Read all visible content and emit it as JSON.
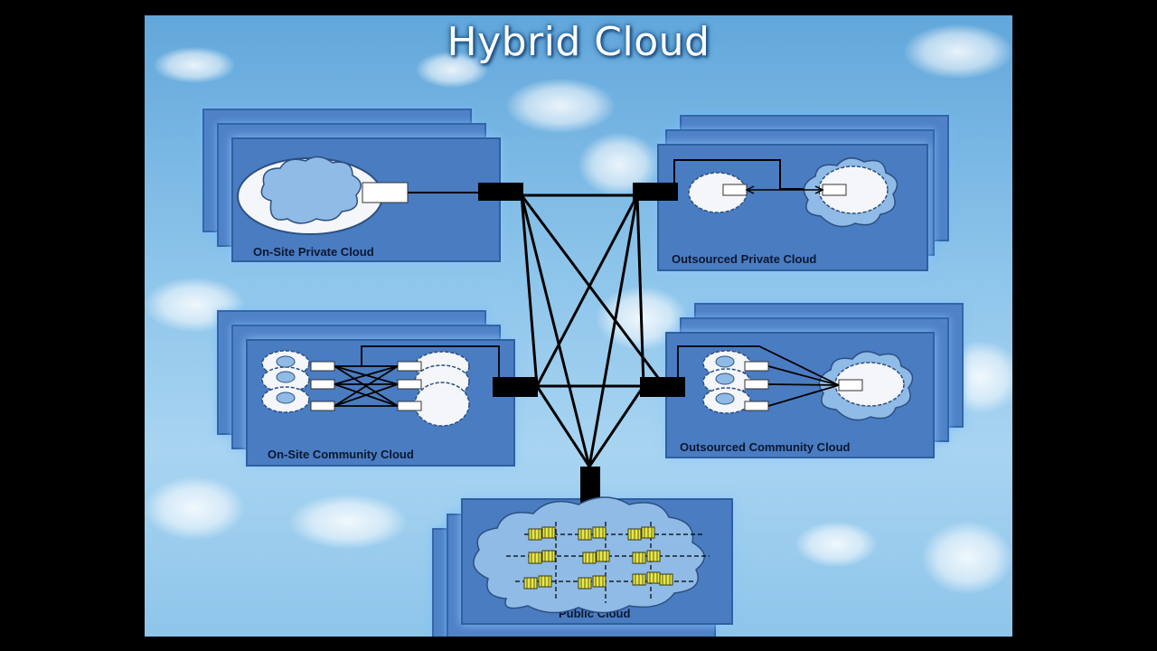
{
  "slide": {
    "title": "Hybrid Cloud"
  },
  "panels": {
    "onsite_private": {
      "label": "On-Site Private Cloud"
    },
    "outsourced_private": {
      "label": "Outsourced Private Cloud"
    },
    "onsite_community": {
      "label": "On-Site Community Cloud"
    },
    "outsourced_community": {
      "label": "Outsourced Community Cloud"
    },
    "public": {
      "label": "Public Cloud"
    }
  },
  "colors": {
    "panel_fill": "#4a7cc2",
    "panel_border": "#2f5f9f",
    "connector": "#000000",
    "cloud_fill": "#8fbbe6",
    "cloud_white": "#f4f6fa",
    "server_yellow": "#e8e84a"
  }
}
